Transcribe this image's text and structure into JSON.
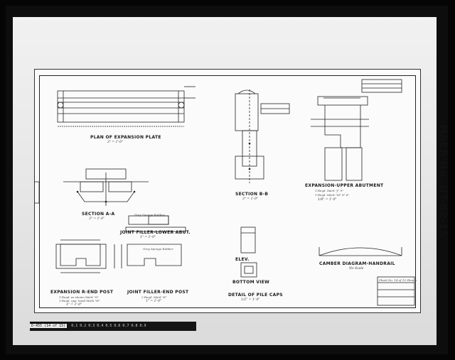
{
  "haer_number": "HAER No. UT-82-15",
  "titles": {
    "plan": "PLAN OF EXPANSION PLATE",
    "plan_scale": "3\" = 1'-0\"",
    "section_bb": "SECTION B-B",
    "section_bb_scale": "3\" = 1'-0\"",
    "section_aa": "SECTION A-A",
    "section_aa_scale": "3\" = 1'-0\"",
    "upper_abut": "EXPANSION-UPPER ABUTMENT",
    "upper_abut_note1": "1-Reqd.  Mark \"J\" 9\"",
    "upper_abut_note2": "1-Reqd.  Mark \"M\" 8\" 6\"",
    "upper_abut_scale": "1/8\" = 1'-0\"",
    "joint_lower": "JOINT FILLER-LOWER ABUT.",
    "joint_lower_scale": "1\" = 1'-0\"",
    "camber": "CAMBER DIAGRAM-HANDRAIL",
    "camber_scale": "No Scale",
    "exp_end_post": "EXPANSION R-END POST",
    "exp_end_post_note1": "1-Reqd. as shown Mark \"G\"",
    "exp_end_post_note2": "1-Reqd. opp. hand Mark \"H\"",
    "exp_end_post_scale": "1\" = 1'-0\"",
    "joint_end_post": "JOINT FILLER-END POST",
    "joint_end_post_note": "2-Reqd.  Mark \"K\"",
    "joint_end_post_scale": "1\" = 1'-0\"",
    "pile_caps": "DETAIL OF PILE CAPS",
    "pile_caps_scale": "1/2\" = 1'-0\"",
    "elev": "ELEV.",
    "bottom_view": "BOTTOM VIEW"
  },
  "notes": {
    "sponge_rubber": "Grey Sponge Rubber",
    "sponge_rubber_2": "Grey Sponge Rubber",
    "sheet_number": "Sheet No. 14 of 15 Sheets"
  },
  "ruler_tag": "D-455 (14 of 15)",
  "ruler_text": "0.1 0.2 0.3 0.4 0.5 0.6 0.7 0.8 0.9"
}
